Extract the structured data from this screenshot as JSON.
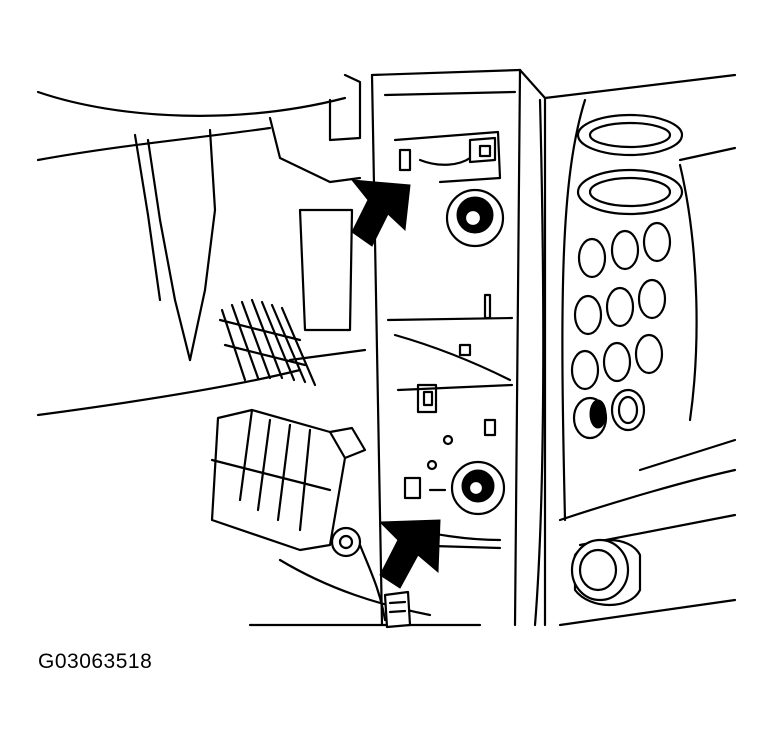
{
  "figure": {
    "caption_code": "G03063518",
    "callouts": [
      {
        "id": "upper-arrow",
        "points_to": "upper-retaining-clip"
      },
      {
        "id": "lower-arrow",
        "points_to": "lower-retaining-clip"
      }
    ]
  }
}
